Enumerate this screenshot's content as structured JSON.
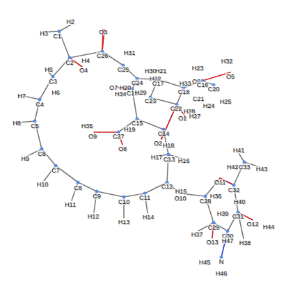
{
  "diagram": {
    "labels": [
      "H2",
      "H3",
      "C1",
      "O3",
      "C26",
      "H4",
      "C2",
      "O4",
      "H31",
      "C25",
      "H5",
      "C3",
      "H6",
      "H7",
      "C4",
      "H8",
      "C5",
      "H9",
      "C6",
      "C7",
      "H10",
      "C8",
      "H11",
      "C9",
      "H12",
      "C10",
      "H13",
      "C11",
      "H14",
      "C12",
      "H15",
      "O10",
      "H17",
      "C13",
      "H16",
      "O2",
      "H18",
      "C14",
      "C15",
      "H19",
      "C27",
      "O8",
      "O9",
      "H35",
      "C24",
      "O7",
      "H20",
      "H34",
      "C19",
      "H29",
      "H30",
      "H21",
      "H22",
      "C17",
      "C23",
      "H33",
      "O6",
      "C16",
      "C18",
      "C20",
      "C21",
      "H23",
      "H24",
      "H25",
      "H32",
      "O5",
      "C22",
      "H28",
      "O1",
      "H27",
      "H41",
      "H42",
      "C33",
      "H43",
      "O11",
      "C32",
      "H36",
      "C28",
      "H40",
      "H39",
      "C31",
      "O12",
      "H44",
      "H37",
      "C29",
      "C30",
      "O13",
      "H47",
      "H38",
      "H45",
      "N",
      "H46"
    ]
  }
}
